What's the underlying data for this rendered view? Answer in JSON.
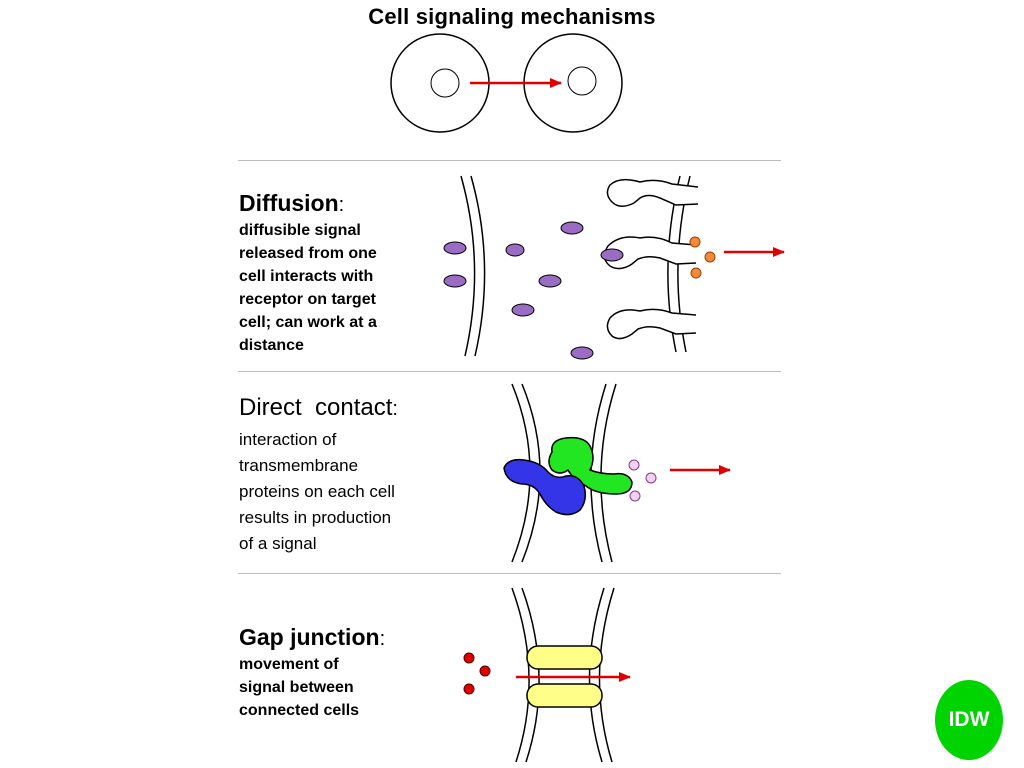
{
  "title": "Cell signaling mechanisms",
  "sections": [
    {
      "heading": "Diffusion",
      "colon": ":",
      "description_lines": [
        "diffusible signal",
        "released from one",
        "cell interacts with",
        "receptor on target",
        "cell; can work at a",
        "distance"
      ]
    },
    {
      "heading": "Direct  contact",
      "colon": ":",
      "description_lines": [
        "interaction of",
        "transmembrane",
        "proteins on each cell",
        "results in production",
        "of a signal"
      ]
    },
    {
      "heading": "Gap junction",
      "colon": ":",
      "description_lines": [
        "movement of",
        "signal between",
        "connected cells"
      ]
    }
  ],
  "logo": {
    "text": "IDW",
    "color": "#00d400"
  },
  "colors": {
    "arrow": "#e00000",
    "diffusible_signal": "#9b6cc4",
    "diffusion_product": "#f08a3c",
    "protein_green": "#22e622",
    "protein_blue": "#3434e8",
    "contact_product": "#e6a0e6",
    "gap_connexon": "#ffff88",
    "gap_signal": "#e00000"
  }
}
